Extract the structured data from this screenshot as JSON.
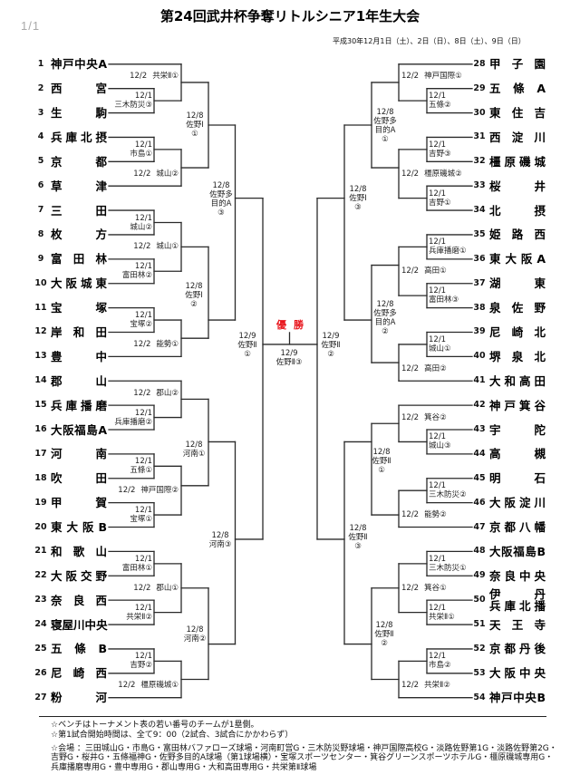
{
  "viewer": {
    "page_indicator": "1/1"
  },
  "document": {
    "title": "第24回武井杯争奪リトルシニア1年生大会",
    "dates": "平成30年12月1日（土）、2日（日）、8日（土）、9日（日）"
  },
  "bracket": {
    "champion_label": "優勝",
    "champion_color": "#e8141b",
    "line_color": "#2a2a2a",
    "left_teams": [
      {
        "no": 1,
        "name": "神戸中央A"
      },
      {
        "no": 2,
        "name": "西宮"
      },
      {
        "no": 3,
        "name": "生駒"
      },
      {
        "no": 4,
        "name": "兵庫北摂"
      },
      {
        "no": 5,
        "name": "京都"
      },
      {
        "no": 6,
        "name": "草津"
      },
      {
        "no": 7,
        "name": "三田"
      },
      {
        "no": 8,
        "name": "枚方"
      },
      {
        "no": 9,
        "name": "富田林"
      },
      {
        "no": 10,
        "name": "大阪城東"
      },
      {
        "no": 11,
        "name": "宝塚"
      },
      {
        "no": 12,
        "name": "岸和田"
      },
      {
        "no": 13,
        "name": "豊中"
      },
      {
        "no": 14,
        "name": "郡山"
      },
      {
        "no": 15,
        "name": "兵庫播磨"
      },
      {
        "no": 16,
        "name": "大阪福島A"
      },
      {
        "no": 17,
        "name": "河南"
      },
      {
        "no": 18,
        "name": "吹田"
      },
      {
        "no": 19,
        "name": "甲賀"
      },
      {
        "no": 20,
        "name": "東大阪B"
      },
      {
        "no": 21,
        "name": "和歌山"
      },
      {
        "no": 22,
        "name": "大阪交野"
      },
      {
        "no": 23,
        "name": "奈良西"
      },
      {
        "no": 24,
        "name": "寝屋川中央"
      },
      {
        "no": 25,
        "name": "五條B"
      },
      {
        "no": 26,
        "name": "尼崎西"
      },
      {
        "no": 27,
        "name": "粉河"
      }
    ],
    "right_teams": [
      {
        "no": 28,
        "name": "甲子園"
      },
      {
        "no": 29,
        "name": "五條A"
      },
      {
        "no": 30,
        "name": "東住吉"
      },
      {
        "no": 31,
        "name": "西淀川"
      },
      {
        "no": 32,
        "name": "橿原磯城"
      },
      {
        "no": 33,
        "name": "桜井"
      },
      {
        "no": 34,
        "name": "北摂"
      },
      {
        "no": 35,
        "name": "姫路西"
      },
      {
        "no": 36,
        "name": "東大阪A"
      },
      {
        "no": 37,
        "name": "湖東"
      },
      {
        "no": 38,
        "name": "泉佐野"
      },
      {
        "no": 39,
        "name": "尼崎北"
      },
      {
        "no": 40,
        "name": "堺泉北"
      },
      {
        "no": 41,
        "name": "大和高田"
      },
      {
        "no": 42,
        "name": "神戸箕谷"
      },
      {
        "no": 43,
        "name": "宇陀"
      },
      {
        "no": 44,
        "name": "高槻"
      },
      {
        "no": 45,
        "name": "明石"
      },
      {
        "no": 46,
        "name": "大阪淀川"
      },
      {
        "no": 47,
        "name": "京都八幡"
      },
      {
        "no": 48,
        "name": "大阪福島B"
      },
      {
        "no": 49,
        "name": "奈良中央"
      },
      {
        "no": 50,
        "name": "伊丹\n兵庫北播"
      },
      {
        "no": 51,
        "name": "天王寺"
      },
      {
        "no": 52,
        "name": "京都丹後"
      },
      {
        "no": 53,
        "name": "大阪中央"
      },
      {
        "no": 54,
        "name": "神戸中央B"
      }
    ],
    "matches": [
      {
        "id": "L1a",
        "date": "12/1",
        "venue": "三木防災③",
        "between": [
          2,
          3
        ]
      },
      {
        "id": "L2a",
        "date": "12/2",
        "venue": "共栄Ⅱ①",
        "between": [
          1,
          "L1a"
        ]
      },
      {
        "id": "L1b",
        "date": "12/1",
        "venue": "市島①",
        "between": [
          4,
          5
        ]
      },
      {
        "id": "L2b",
        "date": "12/2",
        "venue": "城山②",
        "between": [
          "L1b",
          6
        ]
      },
      {
        "id": "L3a",
        "date": "12/8",
        "venue": "佐野Ⅰ\n①",
        "between": [
          "L2a",
          "L2b"
        ]
      },
      {
        "id": "L1c",
        "date": "12/1",
        "venue": "城山②",
        "between": [
          7,
          8
        ]
      },
      {
        "id": "L1d",
        "date": "12/1",
        "venue": "富田林②",
        "between": [
          9,
          10
        ]
      },
      {
        "id": "L2c",
        "date": "12/2",
        "venue": "城山①",
        "between": [
          "L1c",
          "L1d"
        ]
      },
      {
        "id": "L1e",
        "date": "12/1",
        "venue": "宝塚②",
        "between": [
          11,
          12
        ]
      },
      {
        "id": "L2d",
        "date": "12/2",
        "venue": "能勢①",
        "between": [
          "L1e",
          13
        ]
      },
      {
        "id": "L3b",
        "date": "12/8",
        "venue": "佐野Ⅰ\n②",
        "between": [
          "L2c",
          "L2d"
        ]
      },
      {
        "id": "L4a",
        "date": "12/8",
        "venue": "佐野多\n目的A\n③",
        "between": [
          "L3a",
          "L3b"
        ]
      },
      {
        "id": "L1f",
        "date": "12/1",
        "venue": "兵庫播磨②",
        "between": [
          15,
          16
        ]
      },
      {
        "id": "L2e",
        "date": "12/2",
        "venue": "郡山②",
        "between": [
          14,
          "L1f"
        ]
      },
      {
        "id": "L1g",
        "date": "12/1",
        "venue": "五條①",
        "between": [
          17,
          18
        ]
      },
      {
        "id": "L1h",
        "date": "12/1",
        "venue": "宝塚①",
        "between": [
          19,
          20
        ]
      },
      {
        "id": "L2f",
        "date": "12/2",
        "venue": "神戸国際②",
        "between": [
          "L1g",
          "L1h"
        ]
      },
      {
        "id": "L3c",
        "date": "12/8",
        "venue": "河南①",
        "between": [
          "L2e",
          "L2f"
        ]
      },
      {
        "id": "L1i",
        "date": "12/1",
        "venue": "富田林①",
        "between": [
          21,
          22
        ]
      },
      {
        "id": "L1j",
        "date": "12/1",
        "venue": "共栄Ⅱ②",
        "between": [
          23,
          24
        ]
      },
      {
        "id": "L2g",
        "date": "12/2",
        "venue": "郡山①",
        "between": [
          "L1i",
          "L1j"
        ]
      },
      {
        "id": "L1k",
        "date": "12/1",
        "venue": "吉野②",
        "between": [
          25,
          26
        ]
      },
      {
        "id": "L2h",
        "date": "12/2",
        "venue": "橿原磯城①",
        "between": [
          "L1k",
          27
        ]
      },
      {
        "id": "L3d",
        "date": "12/8",
        "venue": "河南②",
        "between": [
          "L2g",
          "L2h"
        ]
      },
      {
        "id": "L4b",
        "date": "12/8",
        "venue": "河南③",
        "between": [
          "L3c",
          "L3d"
        ]
      },
      {
        "id": "L5",
        "date": "12/9",
        "venue": "佐野Ⅱ\n①",
        "between": [
          "L4a",
          "L4b"
        ]
      },
      {
        "id": "R1a",
        "date": "12/1",
        "venue": "五條②",
        "between": [
          29,
          30
        ]
      },
      {
        "id": "R2a",
        "date": "12/2",
        "venue": "神戸国際①",
        "between": [
          28,
          "R1a"
        ]
      },
      {
        "id": "R1b",
        "date": "12/1",
        "venue": "吉野③",
        "between": [
          31,
          32
        ]
      },
      {
        "id": "R1c",
        "date": "12/1",
        "venue": "吉野①",
        "between": [
          33,
          34
        ]
      },
      {
        "id": "R2b",
        "date": "12/2",
        "venue": "橿原磯城②",
        "between": [
          "R1b",
          "R1c"
        ]
      },
      {
        "id": "R3a",
        "date": "12/8",
        "venue": "佐野多\n目的A\n①",
        "between": [
          "R2a",
          "R2b"
        ]
      },
      {
        "id": "R1d",
        "date": "12/1",
        "venue": "兵庫播磨①",
        "between": [
          35,
          36
        ]
      },
      {
        "id": "R1e",
        "date": "12/1",
        "venue": "富田林③",
        "between": [
          37,
          38
        ]
      },
      {
        "id": "R2c",
        "date": "12/2",
        "venue": "高田①",
        "between": [
          "R1d",
          "R1e"
        ]
      },
      {
        "id": "R1f",
        "date": "12/1",
        "venue": "城山①",
        "between": [
          39,
          40
        ]
      },
      {
        "id": "R2d",
        "date": "12/2",
        "venue": "高田②",
        "between": [
          "R1f",
          41
        ]
      },
      {
        "id": "R3b",
        "date": "12/8",
        "venue": "佐野多\n目的A\n②",
        "between": [
          "R2c",
          "R2d"
        ]
      },
      {
        "id": "R4a",
        "date": "12/8",
        "venue": "佐野Ⅰ\n③",
        "between": [
          "R3a",
          "R3b"
        ]
      },
      {
        "id": "R1g",
        "date": "12/1",
        "venue": "城山③",
        "between": [
          43,
          44
        ]
      },
      {
        "id": "R2e",
        "date": "12/2",
        "venue": "箕谷②",
        "between": [
          42,
          "R1g"
        ]
      },
      {
        "id": "R1h",
        "date": "12/1",
        "venue": "三木防災②",
        "between": [
          45,
          46
        ]
      },
      {
        "id": "R2f",
        "date": "12/2",
        "venue": "能勢②",
        "between": [
          "R1h",
          47
        ]
      },
      {
        "id": "R3c",
        "date": "12/8",
        "venue": "佐野Ⅱ\n①",
        "between": [
          "R2e",
          "R2f"
        ]
      },
      {
        "id": "R1i",
        "date": "12/1",
        "venue": "三木防災①",
        "between": [
          48,
          49
        ]
      },
      {
        "id": "R1j",
        "date": "12/1",
        "venue": "共栄Ⅱ①",
        "between": [
          50,
          51
        ]
      },
      {
        "id": "R2g",
        "date": "12/2",
        "venue": "箕谷①",
        "between": [
          "R1i",
          "R1j"
        ]
      },
      {
        "id": "R1k",
        "date": "12/1",
        "venue": "市島②",
        "between": [
          52,
          53
        ]
      },
      {
        "id": "R2h",
        "date": "12/2",
        "venue": "共栄Ⅱ②",
        "between": [
          "R1k",
          54
        ]
      },
      {
        "id": "R3d",
        "date": "12/8",
        "venue": "佐野Ⅱ\n②",
        "between": [
          "R2g",
          "R2h"
        ]
      },
      {
        "id": "R4b",
        "date": "12/8",
        "venue": "佐野Ⅱ\n③",
        "between": [
          "R3c",
          "R3d"
        ]
      },
      {
        "id": "R5",
        "date": "12/9",
        "venue": "佐野Ⅱ\n②",
        "between": [
          "R4a",
          "R4b"
        ]
      },
      {
        "id": "F",
        "date": "12/9",
        "venue": "佐野Ⅱ③",
        "between": [
          "L5",
          "R5"
        ]
      }
    ]
  },
  "notes": [
    "☆ベンチはトーナメント表の若い番号のチームが1塁側。",
    "☆第1試合開始時間は、全て9：00（2試合、3試合にかかわらず）",
    "☆会場 ：三田城山G・市島G・富田林バファローズ球場・河南町営G・三木防災野球場・神戸国際高校G・淡路佐野第1G・淡路佐野第2G・\n吉野G・桜井G・五條福神G・佐野多目的A球場（第1球場横）・宝塚スポーツセンター・箕谷グリーンスポーツホテルG・橿原磯城専用G・\n兵庫播磨専用G・豊中専用G・郡山専用G・大和高田専用G・共栄第Ⅱ球場"
  ]
}
